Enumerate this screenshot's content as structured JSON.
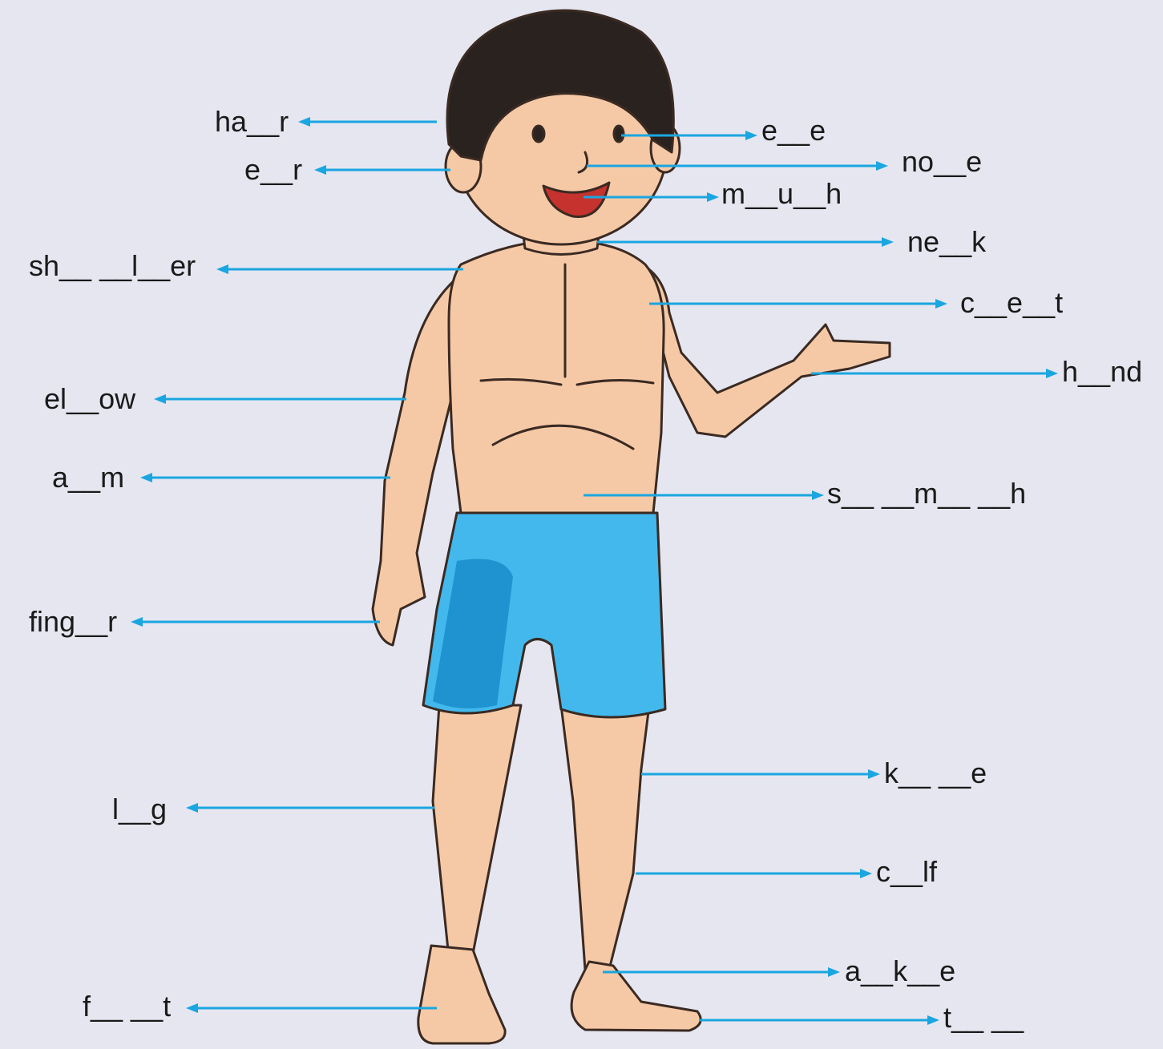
{
  "colors": {
    "background": "#e6e6f1",
    "arrow": "#1aa6e0",
    "skin": "#f6c9a6",
    "skin_shadow": "#e9a882",
    "hair": "#2a221f",
    "shorts": "#43b8ec",
    "shorts_dark": "#1f93d0",
    "outline": "#3a2a22",
    "text": "#1a1a1a"
  },
  "figure": {
    "subject": "boy-in-swim-shorts"
  },
  "labels_left": [
    {
      "id": "hair",
      "text": "ha__r"
    },
    {
      "id": "ear",
      "text": "e__r"
    },
    {
      "id": "shoulder",
      "text": "sh__ __l__er"
    },
    {
      "id": "elbow",
      "text": "el__ow"
    },
    {
      "id": "arm",
      "text": "a__m"
    },
    {
      "id": "finger",
      "text": "fing__r"
    },
    {
      "id": "leg",
      "text": "l__g"
    },
    {
      "id": "feet",
      "text": "f__ __t"
    }
  ],
  "labels_right": [
    {
      "id": "eye",
      "text": "e__e"
    },
    {
      "id": "nose",
      "text": "no__e"
    },
    {
      "id": "mouth",
      "text": "m__u__h"
    },
    {
      "id": "neck",
      "text": "ne__k"
    },
    {
      "id": "chest",
      "text": "c__e__t"
    },
    {
      "id": "hand",
      "text": "h__nd"
    },
    {
      "id": "stomach",
      "text": "s__ __m__ __h"
    },
    {
      "id": "knee",
      "text": "k__ __e"
    },
    {
      "id": "calf",
      "text": "c__lf"
    },
    {
      "id": "ankle",
      "text": "a__k__e"
    },
    {
      "id": "toe",
      "text": "t__ __"
    }
  ]
}
